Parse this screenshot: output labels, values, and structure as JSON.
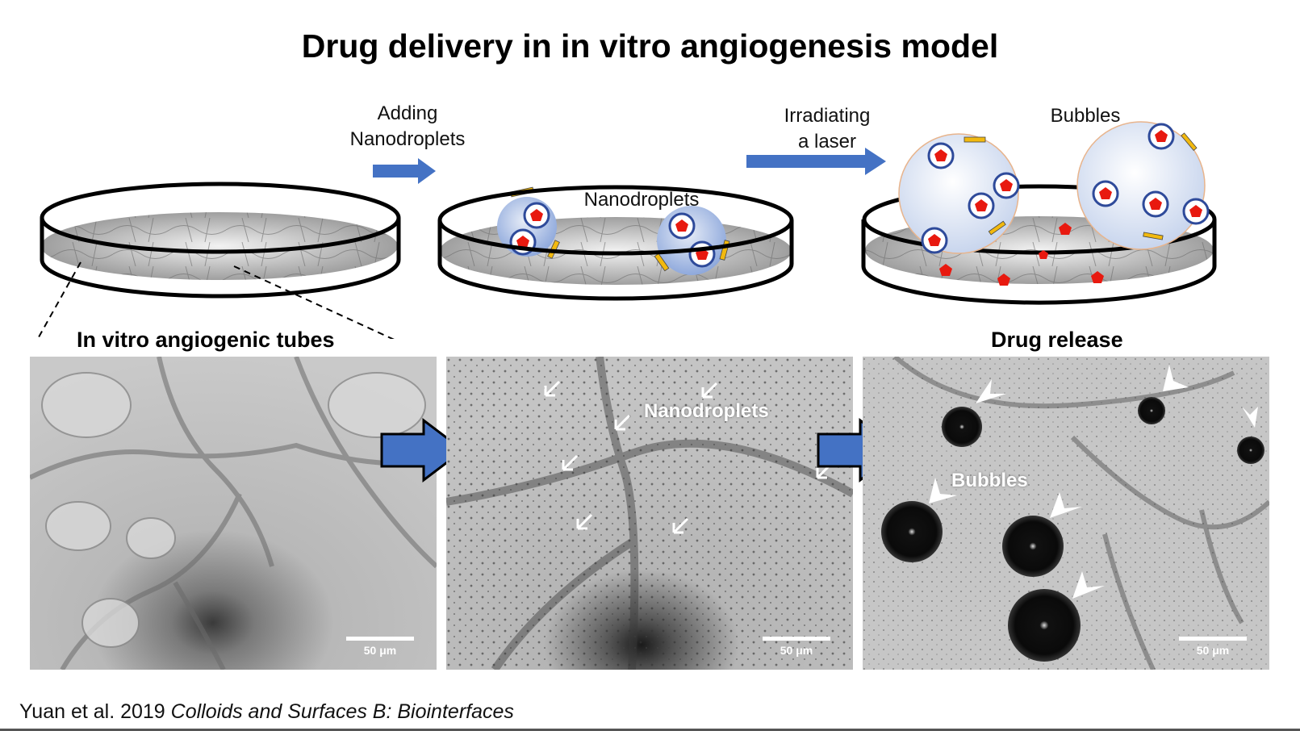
{
  "title": "Drug delivery in in vitro angiogenesis model",
  "steps": {
    "adding_line1": "Adding",
    "adding_line2": "Nanodroplets",
    "irradiating_line1": "Irradiating",
    "irradiating_line2": "a laser",
    "bubbles_top": "Bubbles",
    "nanodroplets_dish": "Nanodroplets"
  },
  "panels": {
    "left_label": "In vitro angiogenic tubes",
    "right_label": "Drug release",
    "middle_overlay": "Nanodroplets",
    "right_overlay": "Bubbles",
    "scale_bar": "50 μm"
  },
  "citation": {
    "authors": "Yuan et al. 2019 ",
    "journal": "Colloids and Surfaces B: Biointerfaces"
  },
  "colors": {
    "arrow_blue": "#4472c4",
    "drug_red": "#e8190f",
    "droplet_ring": "#2e4a9a",
    "shell_yellow": "#f2b90f"
  }
}
